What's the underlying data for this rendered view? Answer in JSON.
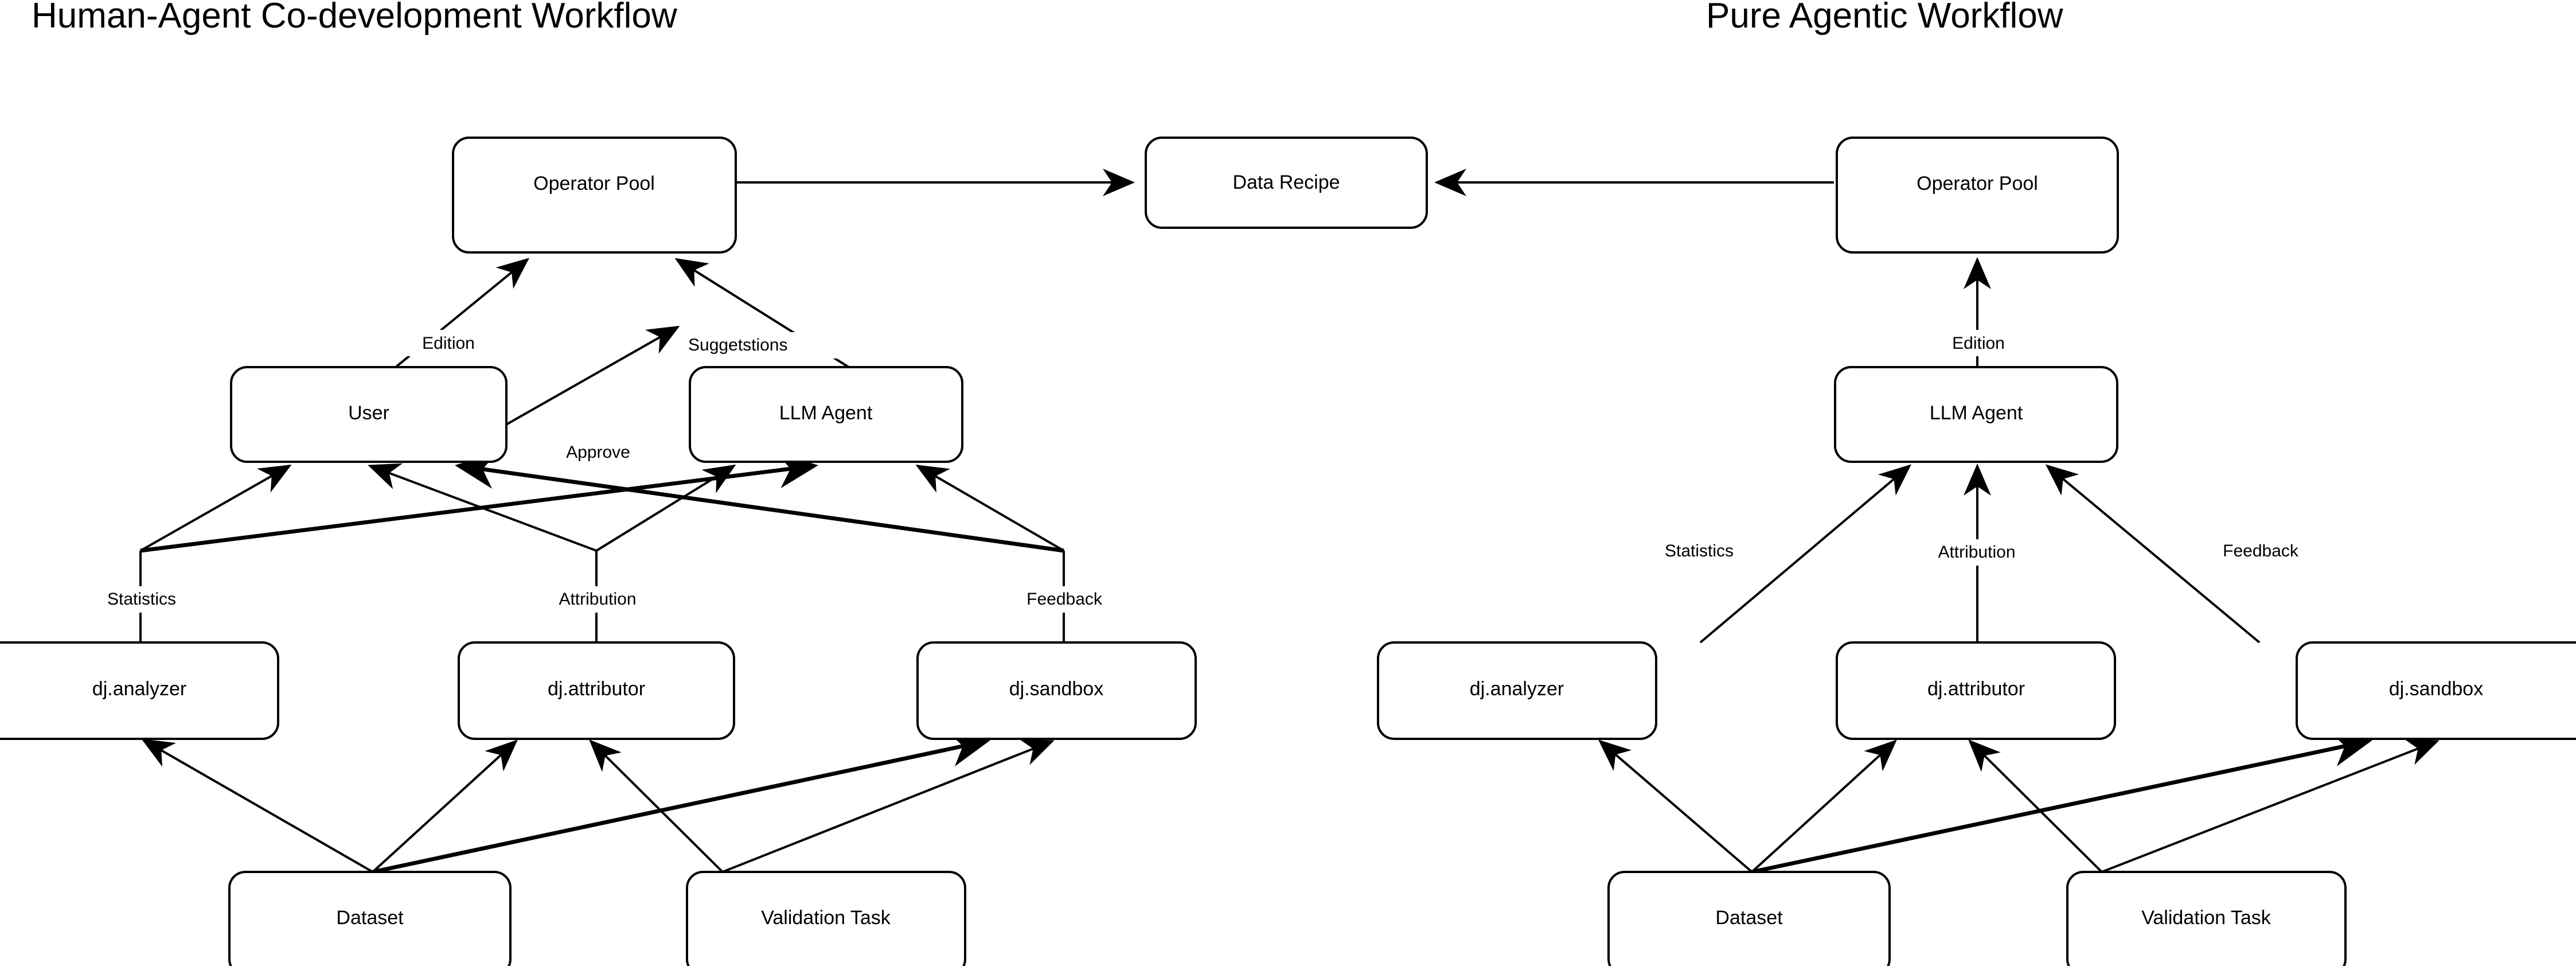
{
  "figure": {
    "background_color": "#ffffff",
    "stroke_color": "#000000",
    "text_color": "#000000"
  },
  "panels": [
    {
      "id": "human-agent",
      "title": "Human-Agent Co-development Workflow",
      "nodes": [
        {
          "id": "operator-pool-left",
          "label": "Operator Pool"
        },
        {
          "id": "user",
          "label": "User"
        },
        {
          "id": "llm-agent-left",
          "label": "LLM Agent"
        },
        {
          "id": "dj-analyzer-left",
          "label": "dj.analyzer"
        },
        {
          "id": "dj-attributor-left",
          "label": "dj.attributor"
        },
        {
          "id": "dj-sandbox-left",
          "label": "dj.sandbox"
        },
        {
          "id": "dataset-left",
          "label": "Dataset"
        },
        {
          "id": "validation-task-left",
          "label": "Validation Task"
        }
      ],
      "edge_labels": [
        {
          "id": "edition-left",
          "label": "Edition"
        },
        {
          "id": "suggestions-left",
          "label": "Suggetstions"
        },
        {
          "id": "approve-left",
          "label": "Approve"
        },
        {
          "id": "statistics-left",
          "label": "Statistics"
        },
        {
          "id": "attribution-left",
          "label": "Attribution"
        },
        {
          "id": "feedback-left",
          "label": "Feedback"
        }
      ]
    },
    {
      "id": "pure-agentic",
      "title": "Pure Agentic Workflow",
      "nodes": [
        {
          "id": "operator-pool-right",
          "label": "Operator Pool"
        },
        {
          "id": "llm-agent-right",
          "label": "LLM Agent"
        },
        {
          "id": "dj-analyzer-right",
          "label": "dj.analyzer"
        },
        {
          "id": "dj-attributor-right",
          "label": "dj.attributor"
        },
        {
          "id": "dj-sandbox-right",
          "label": "dj.sandbox"
        },
        {
          "id": "dataset-right",
          "label": "Dataset"
        },
        {
          "id": "validation-task-right",
          "label": "Validation Task"
        }
      ],
      "edge_labels": [
        {
          "id": "edition-right",
          "label": "Edition"
        },
        {
          "id": "statistics-right",
          "label": "Statistics"
        },
        {
          "id": "attribution-right",
          "label": "Attribution"
        },
        {
          "id": "feedback-right",
          "label": "Feedback"
        }
      ]
    }
  ],
  "shared": {
    "data_recipe": {
      "id": "data-recipe",
      "label": "Data Recipe"
    }
  }
}
